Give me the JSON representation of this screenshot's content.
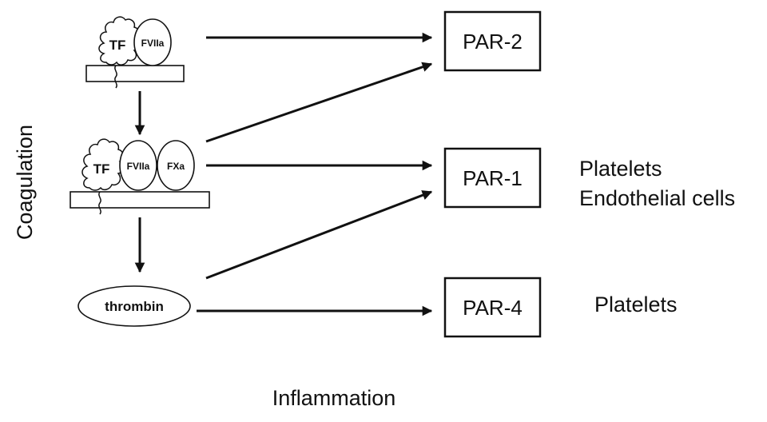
{
  "axis": {
    "vertical_label": "Coagulation",
    "horizontal_label": "Inflammation"
  },
  "complexes": {
    "tf_fviia": {
      "tf": "TF",
      "fviia": "FVIIa"
    },
    "tf_fviia_fxa": {
      "tf": "TF",
      "fviia": "FVIIa",
      "fxa": "FXa"
    },
    "thrombin": "thrombin"
  },
  "receptors": {
    "par2": "PAR-2",
    "par1": "PAR-1",
    "par4": "PAR-4"
  },
  "targets": {
    "par1_cells": [
      "Platelets",
      "Endothelial cells"
    ],
    "par4_cells": [
      "Platelets"
    ]
  },
  "colors": {
    "ink": "#111111",
    "background": "#ffffff"
  }
}
